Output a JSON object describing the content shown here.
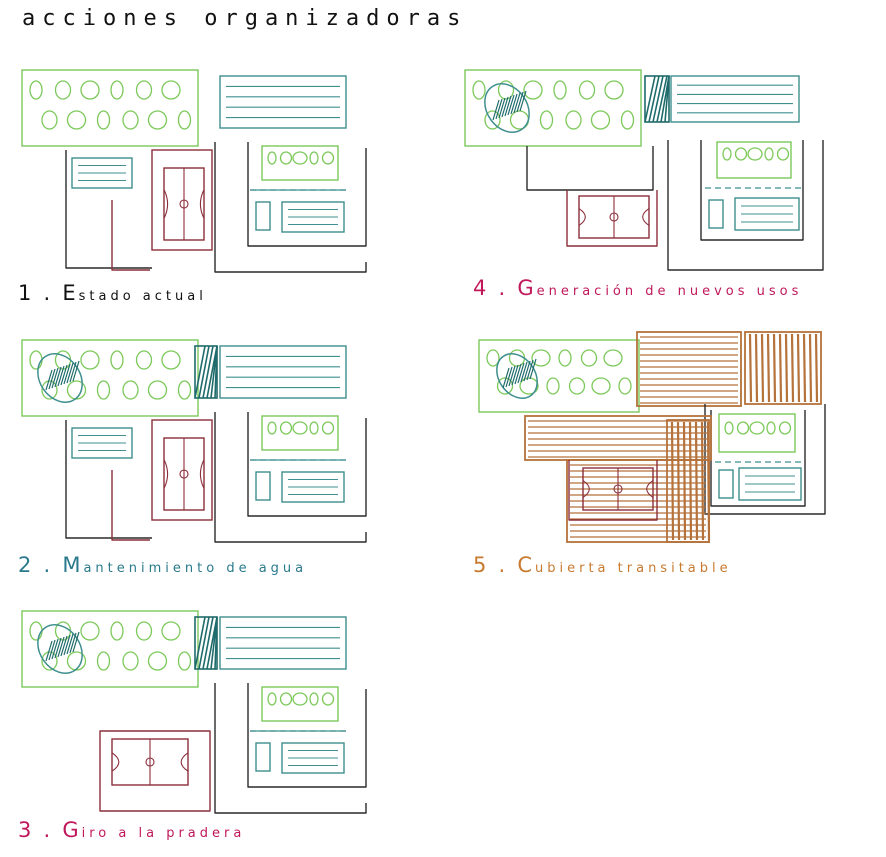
{
  "title": "acciones organizadoras",
  "colors": {
    "green": "#7cc95a",
    "teal": "#3f8f8f",
    "dark_teal": "#1f6b6b",
    "maroon": "#8b2e3a",
    "black": "#2a2a2a",
    "wood": "#b5723b",
    "caption_black": "#111111",
    "caption_red": "#c0185a",
    "caption_teal": "#2a7a8c",
    "caption_orange": "#c87a30"
  },
  "panels": [
    {
      "number": "1",
      "separator": ".",
      "initial": "E",
      "rest": "stado actual",
      "color": "#111111"
    },
    {
      "number": "2",
      "separator": ".",
      "initial": "M",
      "rest": "antenimiento de agua",
      "color": "#2a7a8c"
    },
    {
      "number": "3",
      "separator": ".",
      "initial": "G",
      "rest": "iro a la pradera",
      "color": "#c0185a"
    },
    {
      "number": "4",
      "separator": ".",
      "initial": "G",
      "rest": "eneración de nuevos usos",
      "color": "#c0185a"
    },
    {
      "number": "5",
      "separator": ".",
      "initial": "C",
      "rest": "ubierta transitable",
      "color": "#c87a30"
    }
  ]
}
